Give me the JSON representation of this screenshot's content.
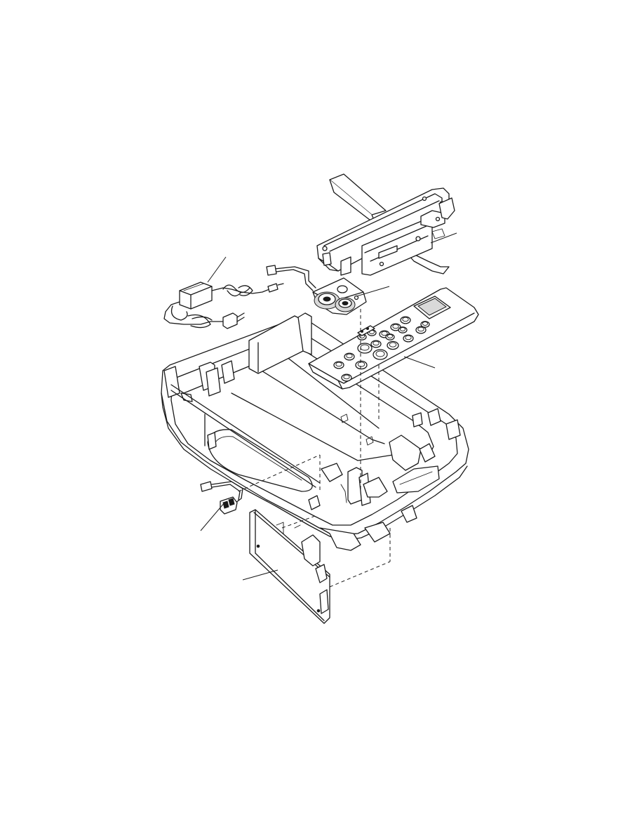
{
  "figure": {
    "kind": "exploded-parts-diagram",
    "line_color": "#1a1a1a",
    "background": "#ffffff",
    "parts": [
      {
        "id": "scanner-carriage-assembly",
        "callout": ""
      },
      {
        "id": "ac-power-adapter",
        "callout": ""
      },
      {
        "id": "motor-gear-assembly",
        "callout": ""
      },
      {
        "id": "operator-panel",
        "callout": ""
      },
      {
        "id": "bottom-case",
        "callout": ""
      },
      {
        "id": "sensor-cable",
        "callout": ""
      },
      {
        "id": "main-circuit-board",
        "callout": ""
      }
    ]
  }
}
